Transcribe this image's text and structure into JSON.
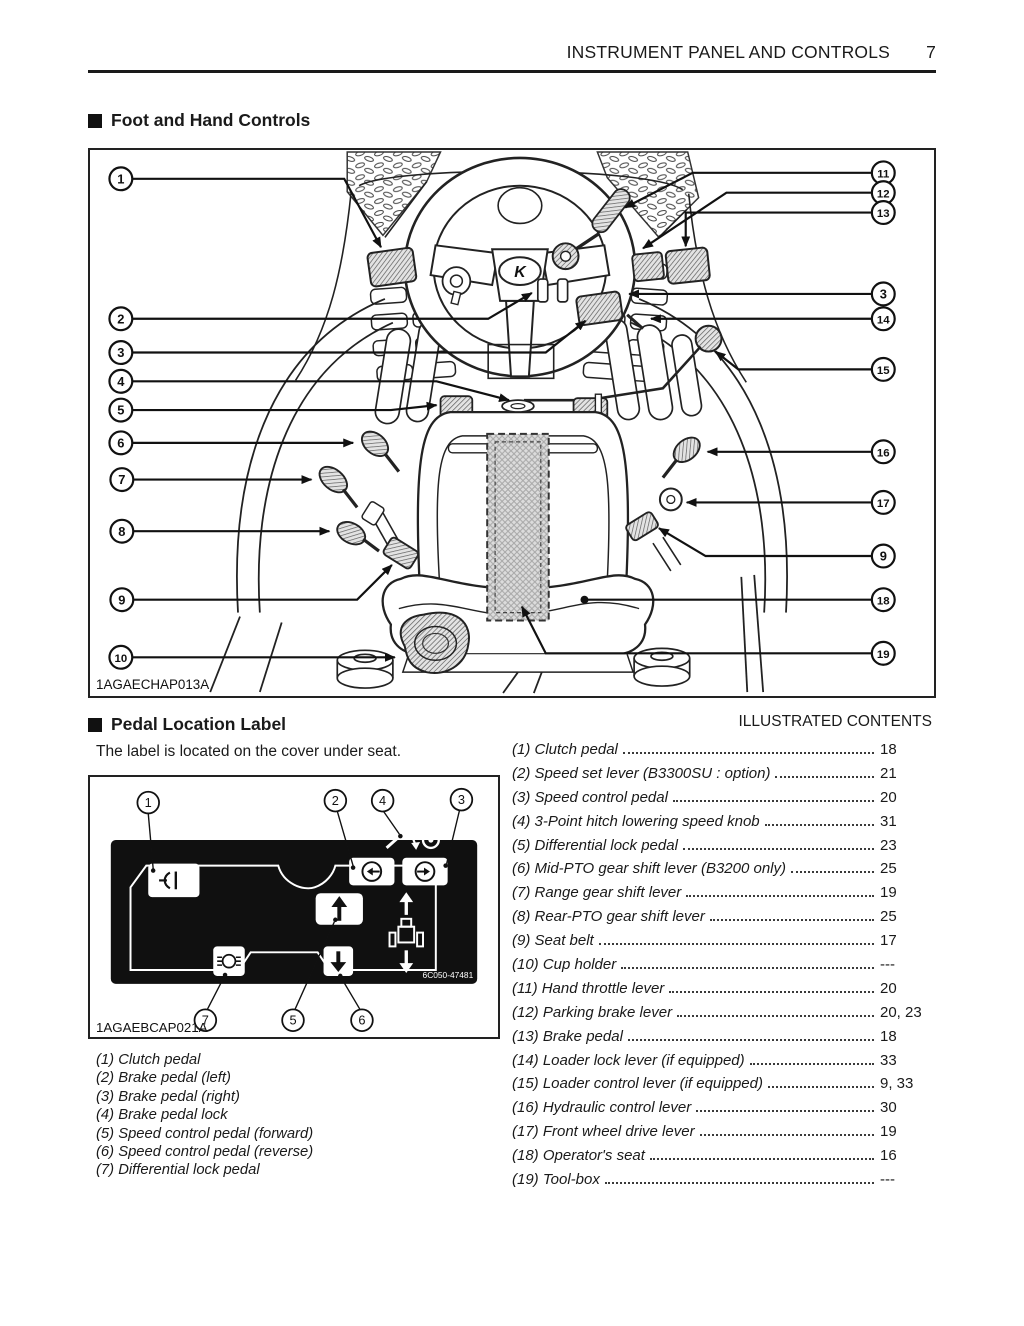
{
  "header": {
    "title": "INSTRUMENT PANEL AND CONTROLS",
    "page_number": "7"
  },
  "sections": {
    "foot_hand_title": "Foot and Hand Controls",
    "pedal_label_title": "Pedal Location Label",
    "pedal_label_description": "The label is located on the cover under seat."
  },
  "main_diagram": {
    "figure_code": "1AGAECHAP013A",
    "emblem": "K",
    "left_callouts": [
      "1",
      "2",
      "3",
      "4",
      "5",
      "6",
      "7",
      "8",
      "9",
      "10"
    ],
    "right_callouts": [
      "11",
      "12",
      "13",
      "3",
      "14",
      "15",
      "16",
      "17",
      "9",
      "18",
      "19"
    ]
  },
  "label_diagram": {
    "figure_code": "1AGAEBCAP021A",
    "sticker_code": "6C050-47481",
    "top_callouts": [
      "1",
      "2",
      "4",
      "3"
    ],
    "bottom_callouts": [
      "7",
      "5",
      "6"
    ]
  },
  "pedal_list": [
    "(1) Clutch pedal",
    "(2) Brake pedal (left)",
    "(3) Brake pedal (right)",
    "(4) Brake pedal lock",
    "(5) Speed control pedal (forward)",
    "(6) Speed control pedal (reverse)",
    "(7) Differential lock pedal"
  ],
  "illustrated_contents": {
    "title": "ILLUSTRATED CONTENTS",
    "items": [
      {
        "label": "(1) Clutch pedal",
        "page": "18"
      },
      {
        "label": "(2) Speed set lever (B3300SU : option)",
        "page": "21"
      },
      {
        "label": "(3) Speed control pedal",
        "page": "20"
      },
      {
        "label": "(4) 3-Point hitch lowering speed knob",
        "page": "31"
      },
      {
        "label": "(5) Differential lock pedal",
        "page": "23"
      },
      {
        "label": "(6) Mid-PTO gear shift lever (B3200 only)",
        "page": "25"
      },
      {
        "label": "(7) Range gear shift lever",
        "page": "19"
      },
      {
        "label": "(8) Rear-PTO gear shift lever",
        "page": "25"
      },
      {
        "label": "(9) Seat belt",
        "page": "17"
      },
      {
        "label": "(10) Cup holder",
        "page": "---"
      },
      {
        "label": "(11) Hand throttle lever",
        "page": "20"
      },
      {
        "label": "(12) Parking brake lever",
        "page": "20, 23"
      },
      {
        "label": "(13) Brake pedal",
        "page": "18"
      },
      {
        "label": "(14) Loader lock lever (if equipped)",
        "page": "33"
      },
      {
        "label": "(15) Loader control lever (if equipped)",
        "page": "9, 33"
      },
      {
        "label": "(16) Hydraulic control lever",
        "page": "30"
      },
      {
        "label": "(17) Front wheel drive lever",
        "page": "19"
      },
      {
        "label": "(18) Operator's seat",
        "page": "16"
      },
      {
        "label": "(19) Tool-box",
        "page": "---"
      }
    ]
  }
}
